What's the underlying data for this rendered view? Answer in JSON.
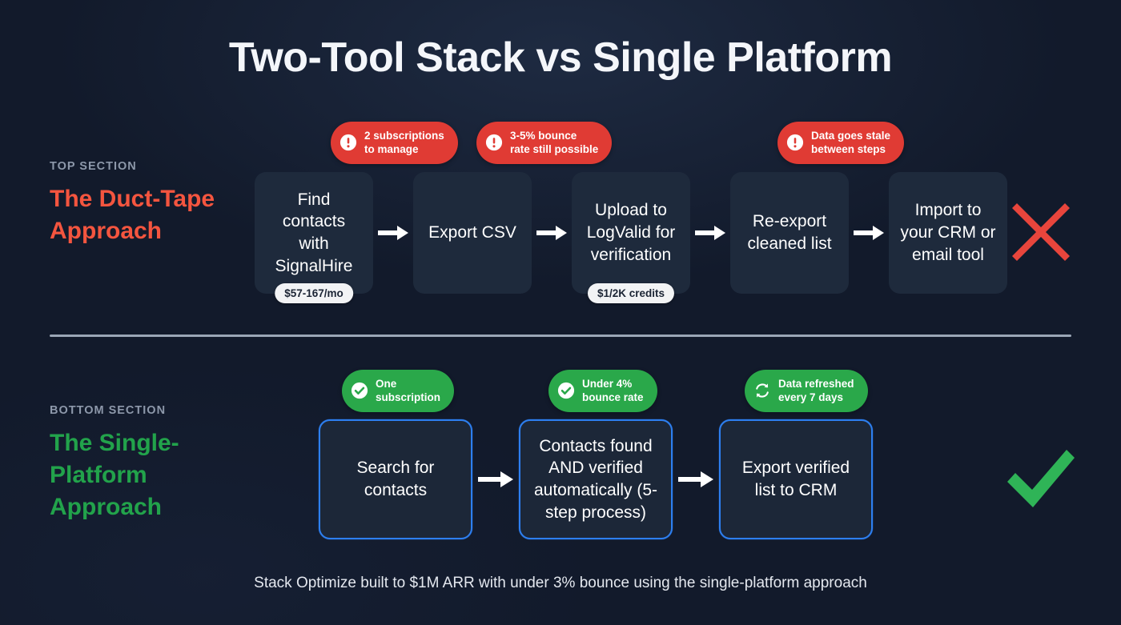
{
  "title": "Two-Tool Stack vs Single Platform",
  "divider": {
    "color": "#9aa6b6"
  },
  "footer": "Stack Optimize built to $1M ARR with under 3% bounce using the single-platform approach",
  "colors": {
    "background": "#121a2b",
    "box_fill": "#1e2a3c",
    "badge_red": "#e03b34",
    "badge_green": "#2aa84a",
    "heading_red": "#f4553f",
    "heading_green": "#22a34b",
    "box_border_blue": "#2d7ff0",
    "verdict_x_red": "#e8453c",
    "verdict_check_green": "#2fb457",
    "kicker_gray": "#8d98aa"
  },
  "top_section": {
    "kicker": "TOP SECTION",
    "heading": "The Duct-Tape Approach",
    "verdict_icon": "x-mark-icon",
    "badges": [
      {
        "icon": "alert-circle-icon",
        "text": "2 subscriptions\nto manage",
        "style": "red"
      },
      {
        "icon": "alert-circle-icon",
        "text": "3-5% bounce\nrate still possible",
        "style": "red"
      },
      {
        "icon": "alert-circle-icon",
        "text": "Data goes stale\nbetween steps",
        "style": "red"
      }
    ],
    "steps": [
      {
        "text": "Find contacts with SignalHire",
        "pill": "$57-167/mo"
      },
      {
        "text": "Export CSV",
        "pill": null
      },
      {
        "text": "Upload to LogValid for verification",
        "pill": "$1/2K credits"
      },
      {
        "text": "Re-export cleaned list",
        "pill": null
      },
      {
        "text": "Import to your CRM or email tool",
        "pill": null
      }
    ]
  },
  "bottom_section": {
    "kicker": "BOTTOM SECTION",
    "heading": "The Single-Platform Approach",
    "verdict_icon": "check-mark-icon",
    "badges": [
      {
        "icon": "check-circle-icon",
        "text": "One\nsubscription",
        "style": "green"
      },
      {
        "icon": "check-circle-icon",
        "text": "Under 4%\nbounce rate",
        "style": "green"
      },
      {
        "icon": "refresh-icon",
        "text": "Data refreshed\nevery 7 days",
        "style": "green"
      }
    ],
    "steps": [
      {
        "text": "Search for contacts"
      },
      {
        "text": "Contacts found AND verified automatically (5-step process)"
      },
      {
        "text": "Export verified list to CRM"
      }
    ]
  }
}
